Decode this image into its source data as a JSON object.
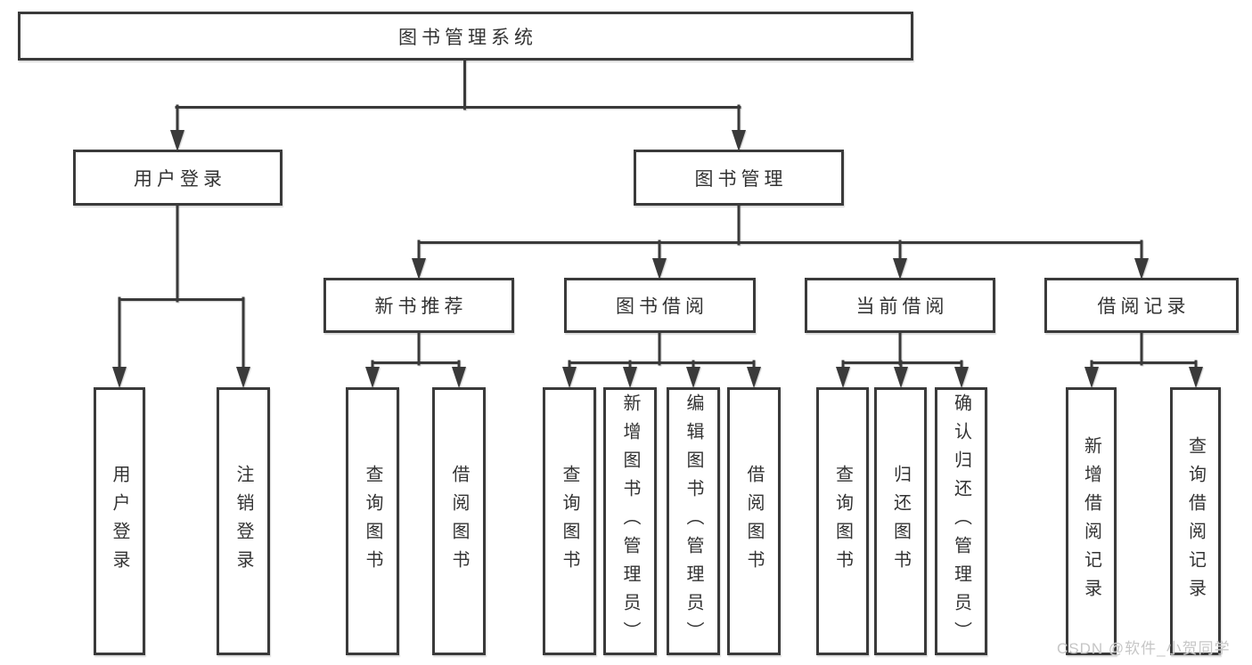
{
  "diagram": {
    "title_node": {
      "label": "图书管理系统"
    },
    "level2": [
      {
        "label": "用户登录"
      },
      {
        "label": "图书管理"
      }
    ],
    "level3": [
      {
        "label": "新书推荐",
        "parent": "图书管理"
      },
      {
        "label": "图书借阅",
        "parent": "图书管理"
      },
      {
        "label": "当前借阅",
        "parent": "图书管理"
      },
      {
        "label": "借阅记录",
        "parent": "图书管理"
      }
    ],
    "leaves": [
      {
        "label": "用户登录",
        "parent": "用户登录"
      },
      {
        "label": "注销登录",
        "parent": "用户登录"
      },
      {
        "label": "查询图书",
        "parent": "新书推荐"
      },
      {
        "label": "借阅图书",
        "parent": "新书推荐"
      },
      {
        "label": "查询图书",
        "parent": "图书借阅"
      },
      {
        "label": "新增图书（管理员）",
        "parent": "图书借阅"
      },
      {
        "label": "编辑图书（管理员）",
        "parent": "图书借阅"
      },
      {
        "label": "借阅图书",
        "parent": "图书借阅"
      },
      {
        "label": "查询图书",
        "parent": "当前借阅"
      },
      {
        "label": "归还图书",
        "parent": "当前借阅"
      },
      {
        "label": "确认归还（管理员）",
        "parent": "当前借阅"
      },
      {
        "label": "新增借阅记录",
        "parent": "借阅记录"
      },
      {
        "label": "查询借阅记录",
        "parent": "借阅记录"
      }
    ],
    "watermark": "CSDN @软件_小贺同学"
  },
  "colors": {
    "line": "#3a3a3a",
    "box_border": "#3a3a3a",
    "text": "#333333",
    "watermark": "#c6c6c6",
    "background": "#ffffff"
  }
}
